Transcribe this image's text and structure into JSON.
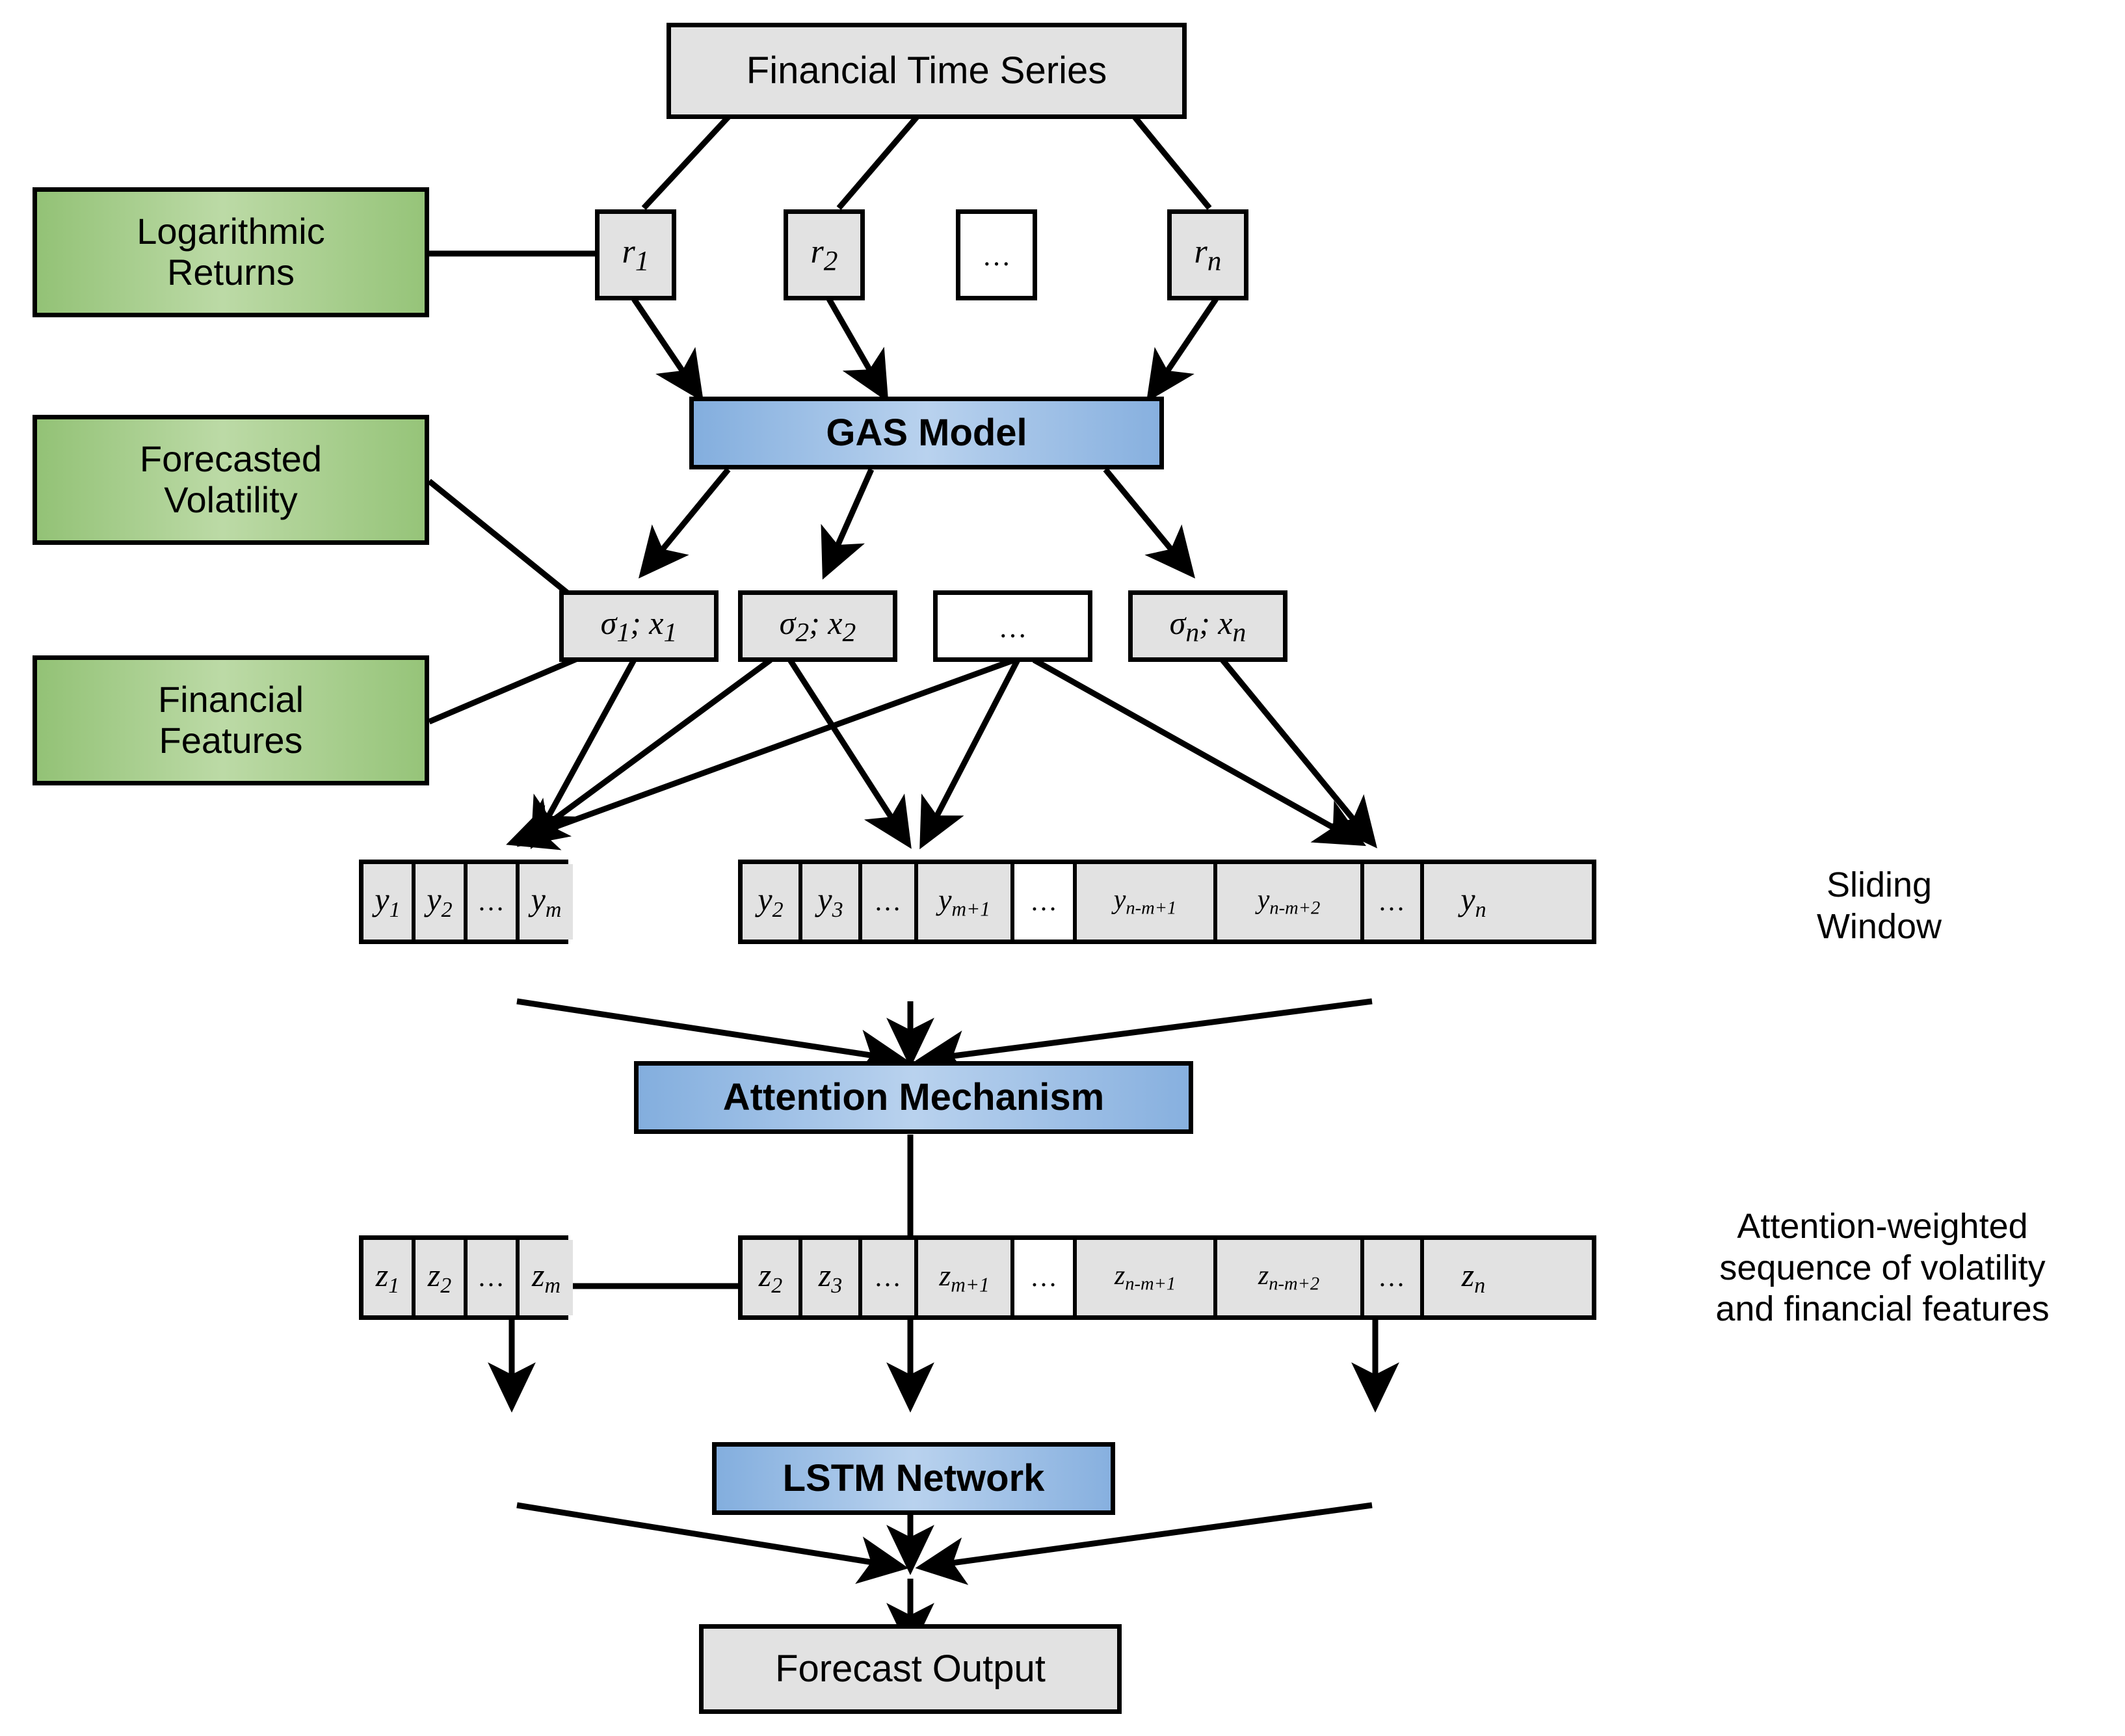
{
  "diagram": {
    "title": "GAS-Attention-LSTM volatility forecasting pipeline",
    "colors": {
      "box_gray": "#e2e2e2",
      "box_blue": "#8cb4e0",
      "box_green": "#9cc97f",
      "stroke": "#000000",
      "background": "#ffffff"
    }
  },
  "nodes": {
    "financial_time_series": "Financial Time Series",
    "gas_model": "GAS Model",
    "attention_mechanism": "Attention Mechanism",
    "lstm_network": "LSTM Network",
    "forecast_output": "Forecast Output"
  },
  "annotations": {
    "logarithmic_returns": "Logarithmic\nReturns",
    "forecasted_volatility": "Forecasted\nVolatility",
    "financial_features": "Financial\nFeatures",
    "sliding_window": "Sliding\nWindow",
    "attention_weighted": "Attention-weighted\nsequence of volatility\nand financial features"
  },
  "returns_row": [
    {
      "base": "r",
      "sub": "1",
      "blank": false
    },
    {
      "base": "r",
      "sub": "2",
      "blank": false
    },
    {
      "base": "…",
      "sub": "",
      "blank": true
    },
    {
      "base": "r",
      "sub": "n",
      "blank": false
    }
  ],
  "sigma_row": [
    {
      "base": "σ",
      "sub": "1",
      "base2": "x",
      "sub2": "1",
      "blank": false
    },
    {
      "base": "σ",
      "sub": "2",
      "base2": "x",
      "sub2": "2",
      "blank": false
    },
    {
      "base": "…",
      "sub": "",
      "base2": "",
      "sub2": "",
      "blank": true
    },
    {
      "base": "σ",
      "sub": "n",
      "base2": "x",
      "sub2": "n",
      "blank": false
    }
  ],
  "y_window_a": [
    {
      "base": "y",
      "sub": "1",
      "dots": false
    },
    {
      "base": "y",
      "sub": "2",
      "dots": false
    },
    {
      "base": "…",
      "sub": "",
      "dots": true
    },
    {
      "base": "y",
      "sub": "m",
      "dots": false
    }
  ],
  "y_window_b": [
    {
      "base": "y",
      "sub": "2",
      "dots": false,
      "blank": false
    },
    {
      "base": "y",
      "sub": "3",
      "dots": false,
      "blank": false
    },
    {
      "base": "…",
      "sub": "",
      "dots": true,
      "blank": false
    },
    {
      "base": "y",
      "sub": "m+1",
      "dots": false,
      "blank": false
    },
    {
      "base": "…",
      "sub": "",
      "dots": true,
      "blank": true
    },
    {
      "base": "y",
      "sub": "n-m+1",
      "dots": false,
      "blank": false
    },
    {
      "base": "y",
      "sub": "n-m+2",
      "dots": false,
      "blank": false
    },
    {
      "base": "…",
      "sub": "",
      "dots": true,
      "blank": false
    },
    {
      "base": "y",
      "sub": "n",
      "dots": false,
      "blank": false
    }
  ],
  "z_window_a": [
    {
      "base": "z",
      "sub": "1",
      "dots": false
    },
    {
      "base": "z",
      "sub": "2",
      "dots": false
    },
    {
      "base": "…",
      "sub": "",
      "dots": true
    },
    {
      "base": "z",
      "sub": "m",
      "dots": false
    }
  ],
  "z_window_b": [
    {
      "base": "z",
      "sub": "2",
      "dots": false,
      "blank": false
    },
    {
      "base": "z",
      "sub": "3",
      "dots": false,
      "blank": false
    },
    {
      "base": "…",
      "sub": "",
      "dots": true,
      "blank": false
    },
    {
      "base": "z",
      "sub": "m+1",
      "dots": false,
      "blank": false
    },
    {
      "base": "…",
      "sub": "",
      "dots": true,
      "blank": true
    },
    {
      "base": "z",
      "sub": "n-m+1",
      "dots": false,
      "blank": false
    },
    {
      "base": "z",
      "sub": "n-m+2",
      "dots": false,
      "blank": false
    },
    {
      "base": "…",
      "sub": "",
      "dots": true,
      "blank": false
    },
    {
      "base": "z",
      "sub": "n",
      "dots": false,
      "blank": false
    }
  ]
}
